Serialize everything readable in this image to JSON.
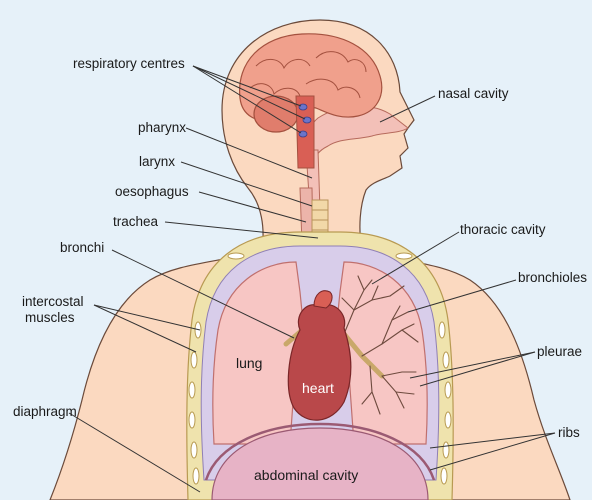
{
  "labels": {
    "respiratory_centres": "respiratory centres",
    "nasal_cavity": "nasal cavity",
    "pharynx": "pharynx",
    "larynx": "larynx",
    "oesophagus": "oesophagus",
    "trachea": "trachea",
    "thoracic_cavity": "thoracic cavity",
    "bronchi": "bronchi",
    "bronchioles": "bronchioles",
    "intercostal_muscles_line1": "intercostal",
    "intercostal_muscles_line2": "muscles",
    "lung": "lung",
    "pleurae": "pleurae",
    "heart": "heart",
    "diaphragm": "diaphragm",
    "ribs": "ribs",
    "abdominal_cavity": "abdominal cavity"
  },
  "colors": {
    "background": "#e6f1f9",
    "skin": "#fbd9c0",
    "brain": "#f0a08c",
    "lung": "#f7c6c4",
    "airway": "#f3c0b8",
    "heart": "#b9484a",
    "pleura": "#d8cdea",
    "rib_band": "#efe3ad",
    "abdomen": "#e7b3c6"
  }
}
